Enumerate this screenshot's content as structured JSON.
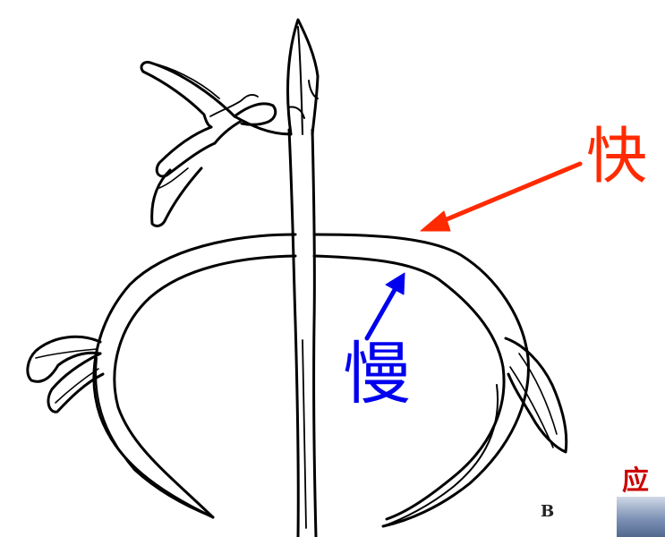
{
  "figure": {
    "fast_label": "快",
    "slow_label": "慢",
    "panel_letter": "B"
  },
  "corner": {
    "partial_text": "应"
  },
  "colors": {
    "fast": "#ff2a00",
    "slow": "#0000ee",
    "outline": "#000000",
    "corner_text": "#cc0000"
  }
}
